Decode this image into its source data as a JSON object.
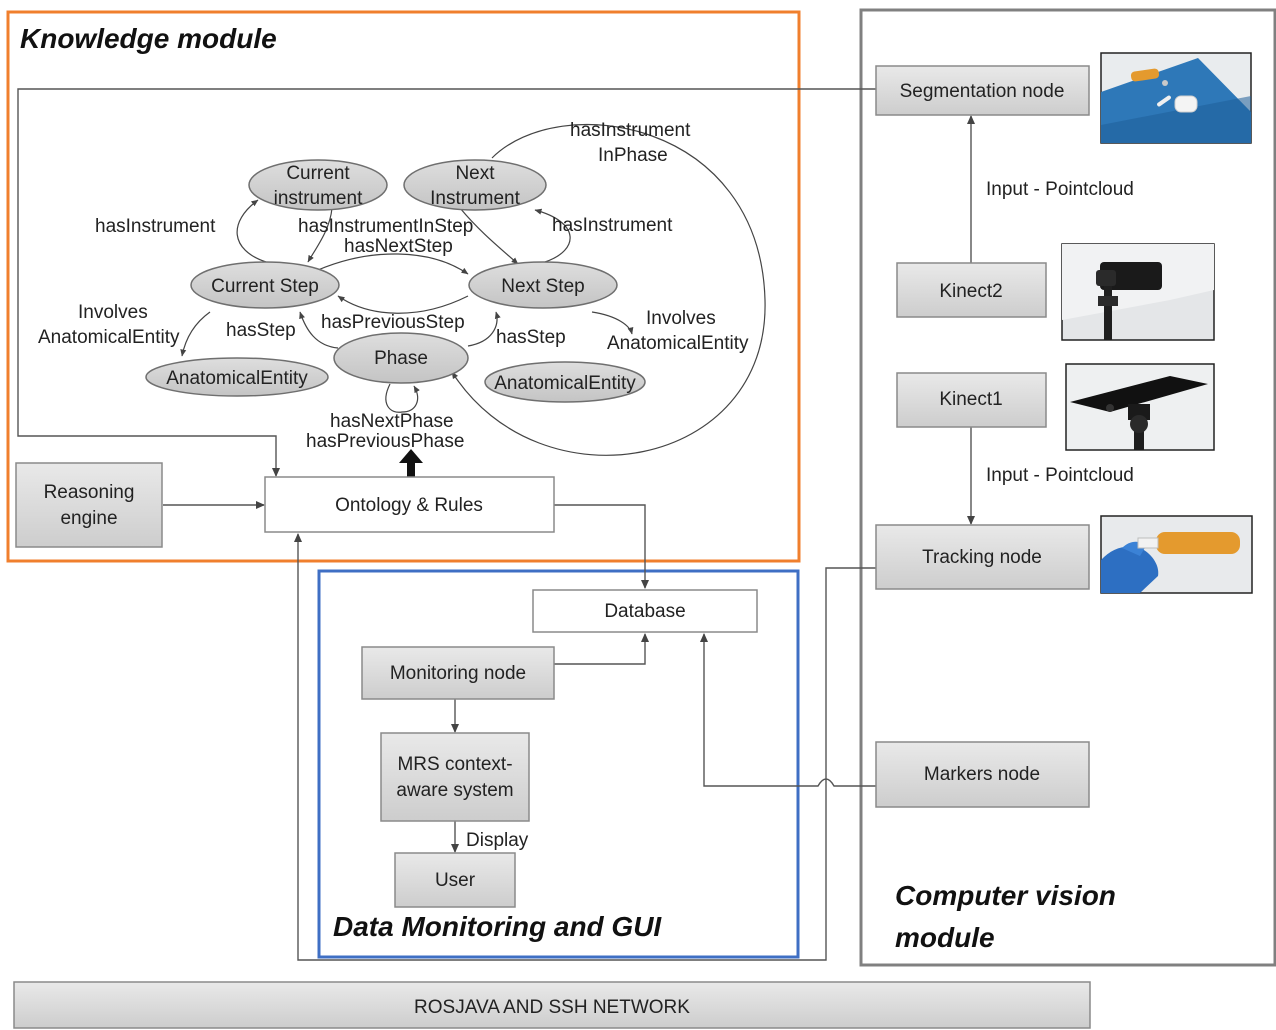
{
  "colors": {
    "knowledge_border": "#f07f2d",
    "monitoring_border": "#3f6fc4",
    "vision_border": "#808080"
  },
  "modules": {
    "knowledge": "Knowledge module",
    "monitoring": "Data Monitoring and GUI",
    "vision_line1": "Computer vision",
    "vision_line2": "module"
  },
  "ontology": {
    "current_instrument_1": "Current",
    "current_instrument_2": "instrument",
    "next_instrument_1": "Next",
    "next_instrument_2": "Instrument",
    "current_step": "Current Step",
    "next_step": "Next Step",
    "phase": "Phase",
    "anatomical_left": "AnatomicalEntity",
    "anatomical_right": "AnatomicalEntity",
    "edges": {
      "has_instrument_left": "hasInstrument",
      "has_instrument_right": "hasInstrument",
      "has_instrument_in_step": "hasInstrumentInStep",
      "has_next_step": "hasNextStep",
      "has_previous_step": "hasPreviousStep",
      "has_step_left": "hasStep",
      "has_step_right": "hasStep",
      "involves_left_1": "Involves",
      "involves_left_2": "AnatomicalEntity",
      "involves_right_1": "Involves",
      "involves_right_2": "AnatomicalEntity",
      "has_instrument_in_phase_1": "hasInstrument",
      "has_instrument_in_phase_2": "InPhase",
      "has_next_phase": "hasNextPhase",
      "has_previous_phase": "hasPreviousPhase"
    }
  },
  "nodes": {
    "ontology_rules": "Ontology & Rules",
    "reasoning_1": "Reasoning",
    "reasoning_2": "engine",
    "database": "Database",
    "monitoring_node": "Monitoring node",
    "mrs_1": "MRS context-",
    "mrs_2": "aware system",
    "user": "User",
    "display": "Display",
    "segmentation_node": "Segmentation node",
    "kinect2": "Kinect2",
    "kinect1": "Kinect1",
    "tracking_node": "Tracking node",
    "markers_node": "Markers node",
    "pointcloud_top": "Input - Pointcloud",
    "pointcloud_bottom": "Input - Pointcloud"
  },
  "network": "ROSJAVA AND SSH NETWORK"
}
